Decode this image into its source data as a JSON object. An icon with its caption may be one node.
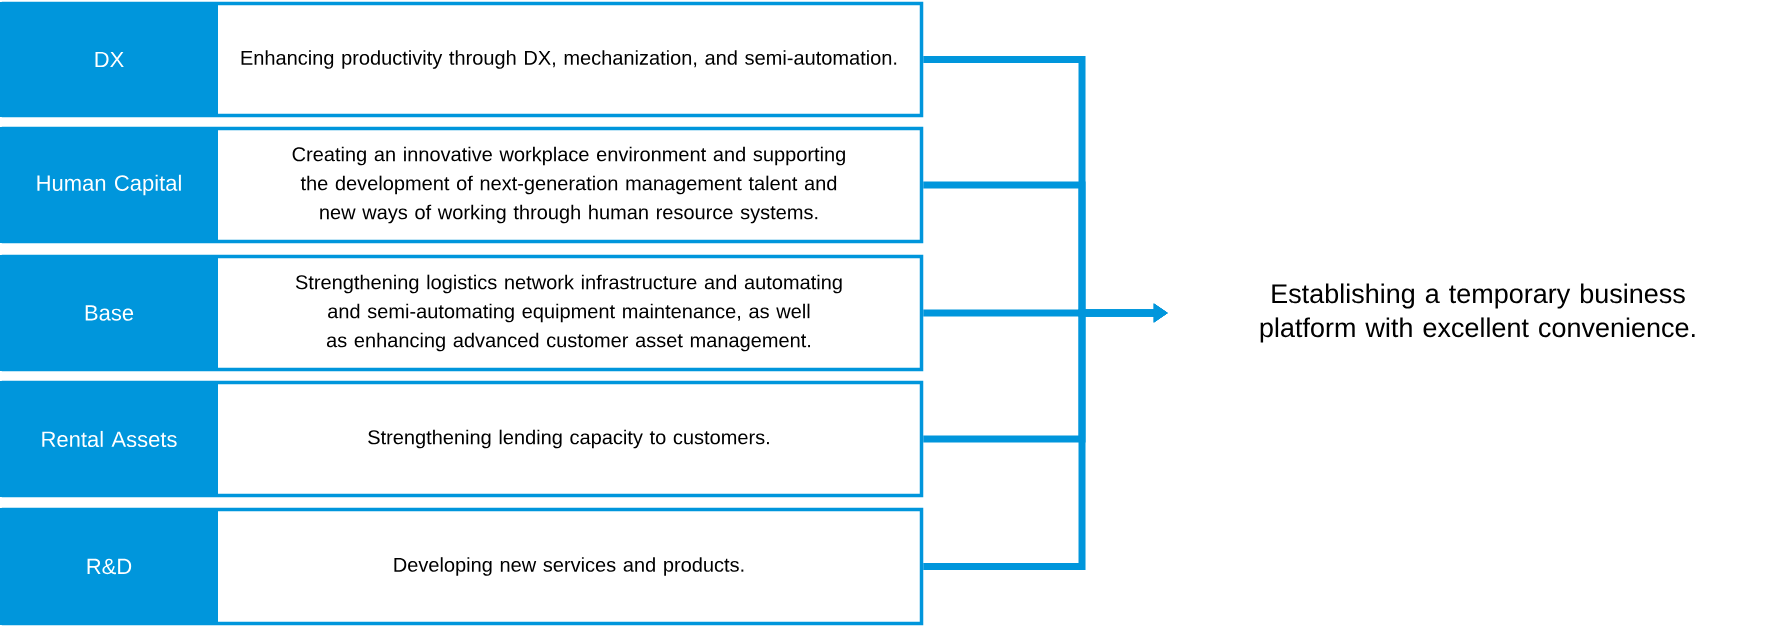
{
  "diagram": {
    "nodes": [
      {
        "text": [
          "DX",
          "Enhancing productivity through DX, mechanization, and semi-automation."
        ]
      },
      {
        "text": [
          "Human Capital",
          "Creating an innovative workplace environment and supporting the development of next-generation management talent and new ways of working through human resource systems."
        ]
      },
      {
        "text": [
          "Base",
          "Strengthening logistics network infrastructure and automating and semi-automating equipment maintenance, as well as enhancing advanced customer asset management."
        ]
      },
      {
        "text": [
          "Rental Assets",
          "Strengthening lending capacity to customers."
        ]
      },
      {
        "text": [
          "R&D",
          "Developing new services and products."
        ]
      },
      {
        "text": [
          "Establishing a temporary business platform with excellent convenience."
        ]
      }
    ],
    "edges": [
      {
        "from": 0,
        "to": 5,
        "arrow": "to"
      },
      {
        "from": 1,
        "to": 5,
        "arrow": "to"
      },
      {
        "from": 2,
        "to": 5,
        "arrow": "to"
      },
      {
        "from": 3,
        "to": 5,
        "arrow": "to"
      },
      {
        "from": 4,
        "to": 5,
        "arrow": "to"
      }
    ]
  }
}
